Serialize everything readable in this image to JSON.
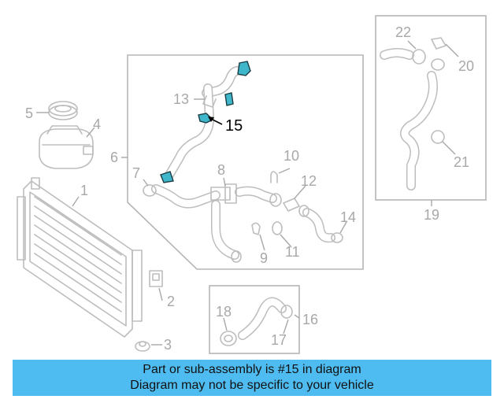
{
  "callouts": {
    "c1": "1",
    "c2": "2",
    "c3": "3",
    "c4": "4",
    "c5": "5",
    "c6": "6",
    "c7": "7",
    "c8": "8",
    "c9": "9",
    "c10": "10",
    "c11": "11",
    "c12": "12",
    "c13": "13",
    "c14": "14",
    "c15": "15",
    "c16": "16",
    "c17": "17",
    "c18": "18",
    "c19": "19",
    "c20": "20",
    "c21": "21",
    "c22": "22"
  },
  "highlighted_part": "15",
  "colors": {
    "highlight": "#3fb6c9",
    "banner": "#4fbcf1",
    "line_art": "#bdbdbd",
    "callout_text": "#a8a8a8"
  },
  "banner": {
    "line1": "Part or sub-assembly is #15 in diagram",
    "line2": "Diagram may not be specific to your vehicle"
  }
}
